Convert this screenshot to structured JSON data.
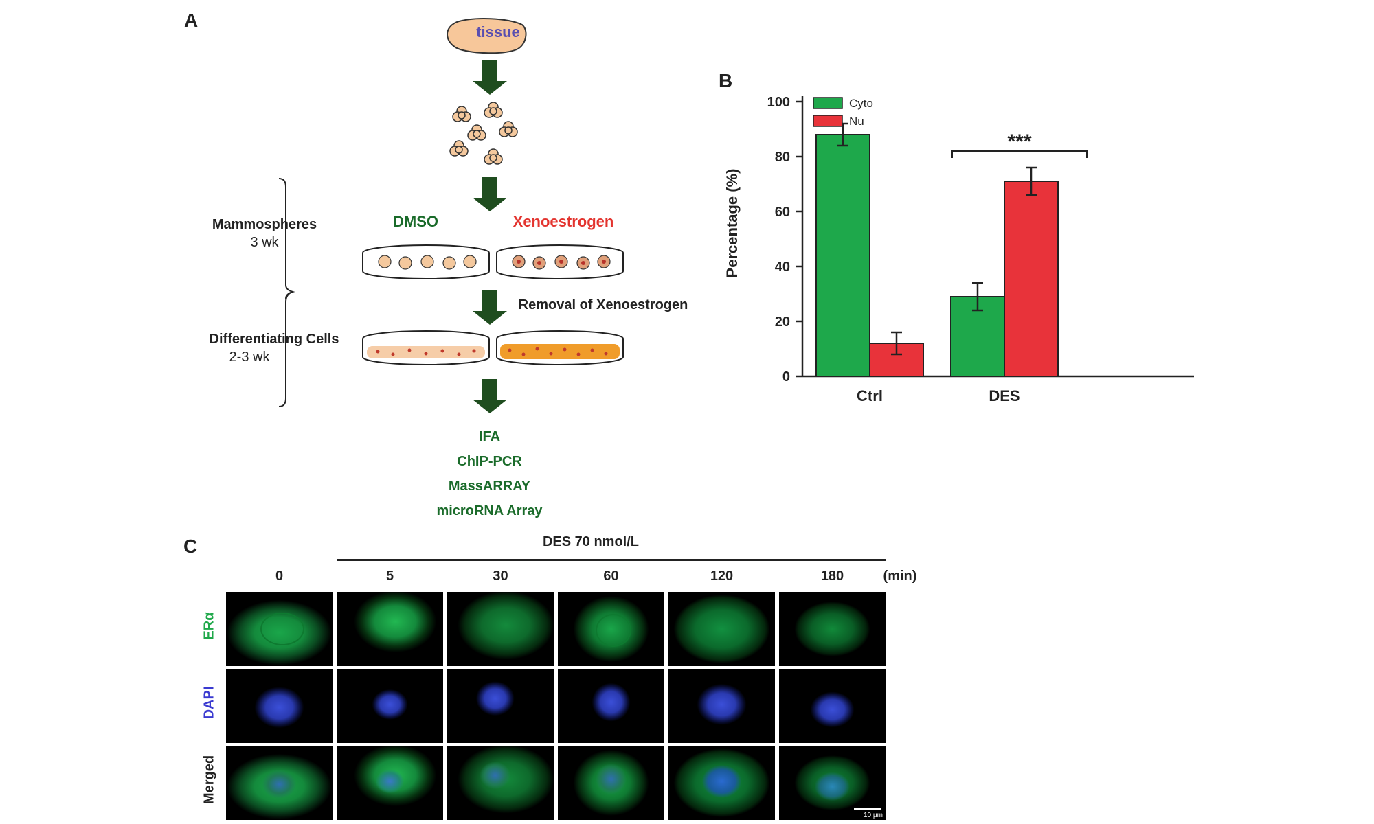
{
  "panelA": {
    "letter": "A",
    "tissue": "tissue",
    "phase1_label": "Mammospheres",
    "phase1_duration": "3 wk",
    "phase2_label": "Differentiating Cells",
    "phase2_duration": "2-3 wk",
    "dmso_label": "DMSO",
    "xeno_label": "Xenoestrogen",
    "removal_label": "Removal of Xenoestrogen",
    "assays": [
      "IFA",
      "ChIP-PCR",
      "MassARRAY",
      "microRNA Array"
    ],
    "colors": {
      "arrow": "#1f4d1f",
      "tissue": "#f7c79a",
      "dmso": "#1a6b2a",
      "xeno": "#e3342f"
    }
  },
  "panelB": {
    "letter": "B",
    "significance": "***"
  },
  "chart_data": {
    "type": "bar",
    "categories": [
      "Ctrl",
      "DES"
    ],
    "series": [
      {
        "name": "Cyto",
        "values": [
          88,
          29
        ],
        "errors": [
          4,
          5
        ],
        "color": "#1ea84b"
      },
      {
        "name": "Nu",
        "values": [
          12,
          71
        ],
        "errors": [
          4,
          5
        ],
        "color": "#e8333a"
      }
    ],
    "ylabel": "Percentage (%)",
    "ylim": [
      0,
      100
    ],
    "yticks": [
      0,
      20,
      40,
      60,
      80,
      100
    ],
    "legend": "top-left",
    "grid": false
  },
  "panelC": {
    "letter": "C",
    "treatment": "DES 70 nmol/L",
    "unit": "(min)",
    "times": [
      "0",
      "5",
      "30",
      "60",
      "120",
      "180"
    ],
    "rows": [
      {
        "label": "ERα",
        "color": "#1fa84a"
      },
      {
        "label": "DAPI",
        "color": "#3a3ad0"
      },
      {
        "label": "Merged",
        "color": "#222222"
      }
    ],
    "scale_bar": "10 μm"
  }
}
